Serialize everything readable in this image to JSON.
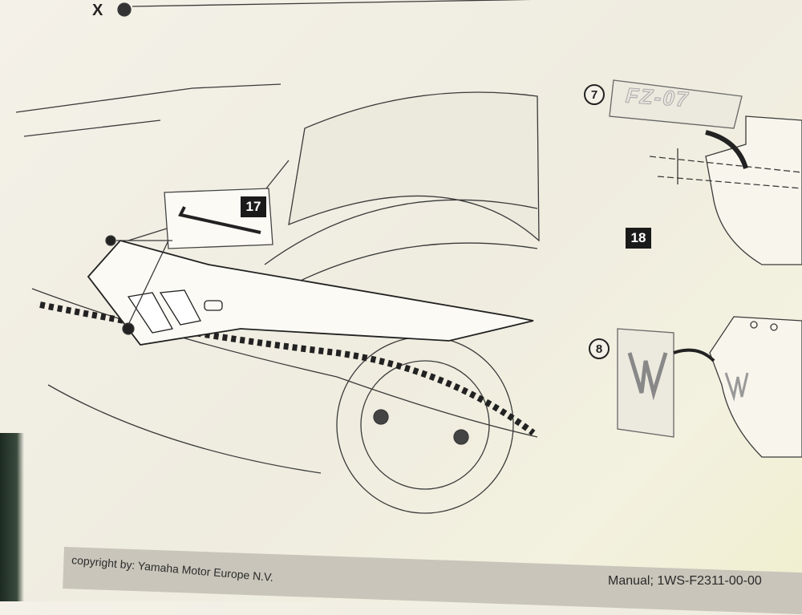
{
  "page": {
    "x_marker": "X",
    "steps": [
      {
        "number": "17"
      },
      {
        "number": "18"
      }
    ],
    "parts": [
      {
        "number": "7",
        "decal_text": "FZ-07"
      },
      {
        "number": "8"
      }
    ],
    "footer": {
      "copyright": "copyright by: Yamaha Motor Europe N.V.",
      "manual": "Manual; 1WS-F2311-00-00"
    }
  }
}
